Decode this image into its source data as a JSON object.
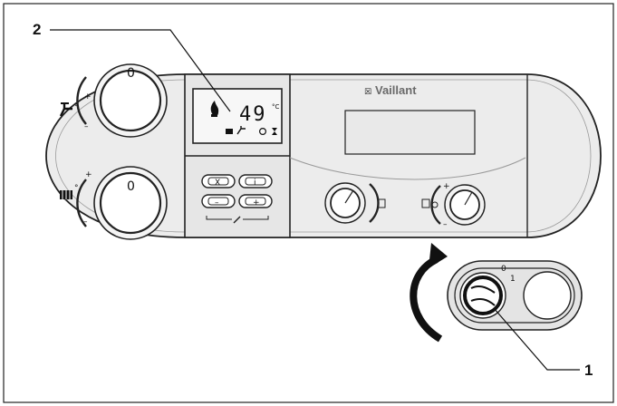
{
  "callouts": {
    "display": "2",
    "main_switch": "1"
  },
  "knobs": {
    "hot_water": {
      "zero": "0",
      "plus": "+",
      "minus": "–",
      "degree": "°"
    },
    "heating": {
      "zero": "0",
      "plus": "+",
      "minus": "–",
      "degree": "°"
    }
  },
  "display": {
    "temperature": "49",
    "unit": "°C"
  },
  "buttons": {
    "x_label": "X",
    "i_label": "i",
    "minus_label": "–",
    "plus_label": "+"
  },
  "brand": {
    "name": "Vaillant",
    "logo_mark": "☒"
  },
  "main_switch": {
    "off": "0",
    "on": "1"
  },
  "right_controls": {
    "plus": "+",
    "minus": "–"
  }
}
